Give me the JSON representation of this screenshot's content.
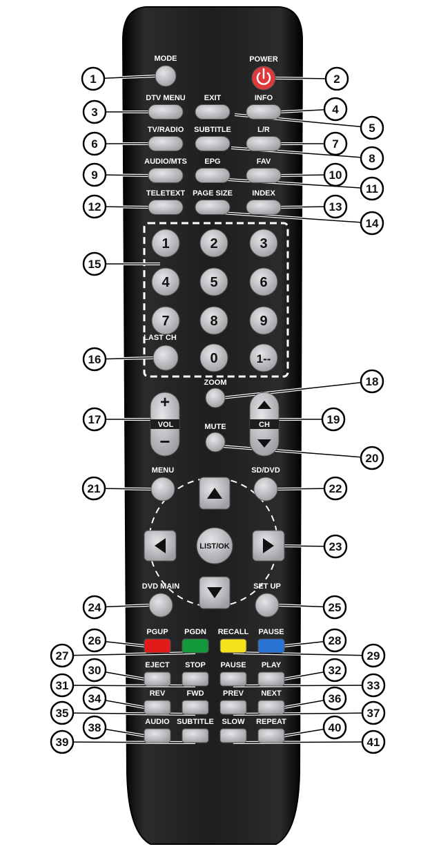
{
  "colors": {
    "body": "#1e1e1e",
    "button": "#bfc1c4",
    "power": "#e0393c",
    "red": "#e11a1a",
    "green": "#129a3a",
    "yellow": "#f6e21a",
    "blue": "#2a74d6",
    "callout_fill": "#ffffff",
    "callout_stroke": "#000000"
  },
  "labels": [
    {
      "id": "mode",
      "text": "MODE"
    },
    {
      "id": "power",
      "text": "POWER"
    },
    {
      "id": "dtvmenu",
      "text": "DTV  MENU"
    },
    {
      "id": "exit",
      "text": "EXIT"
    },
    {
      "id": "info",
      "text": "INFO"
    },
    {
      "id": "tvradio",
      "text": "TV/RADIO"
    },
    {
      "id": "subtitle1",
      "text": "SUBTITLE"
    },
    {
      "id": "lr",
      "text": "L/R"
    },
    {
      "id": "audiomts",
      "text": "AUDIO/MTS"
    },
    {
      "id": "epg",
      "text": "EPG"
    },
    {
      "id": "fav",
      "text": "FAV"
    },
    {
      "id": "teletext",
      "text": "TELETEXT"
    },
    {
      "id": "pagesize",
      "text": "PAGE  SIZE"
    },
    {
      "id": "index",
      "text": "INDEX"
    },
    {
      "id": "lastch",
      "text": "LAST CH"
    },
    {
      "id": "zoom",
      "text": "ZOOM"
    },
    {
      "id": "vol",
      "text": "VOL"
    },
    {
      "id": "ch",
      "text": "CH"
    },
    {
      "id": "mute",
      "text": "MUTE"
    },
    {
      "id": "menu",
      "text": "MENU"
    },
    {
      "id": "sddvd",
      "text": "SD/DVD"
    },
    {
      "id": "dvdmain",
      "text": "DVD  MAIN"
    },
    {
      "id": "setup",
      "text": "SET  UP"
    },
    {
      "id": "pgup",
      "text": "PGUP"
    },
    {
      "id": "pgdn",
      "text": "PGDN"
    },
    {
      "id": "recall",
      "text": "RECALL"
    },
    {
      "id": "pause1",
      "text": "PAUSE"
    },
    {
      "id": "eject",
      "text": "EJECT"
    },
    {
      "id": "stop",
      "text": "STOP"
    },
    {
      "id": "pause2",
      "text": "PAUSE"
    },
    {
      "id": "play",
      "text": "PLAY"
    },
    {
      "id": "rev",
      "text": "REV"
    },
    {
      "id": "fwd",
      "text": "FWD"
    },
    {
      "id": "prev",
      "text": "PREV"
    },
    {
      "id": "next",
      "text": "NEXT"
    },
    {
      "id": "audio",
      "text": "AUDIO"
    },
    {
      "id": "subtitle2",
      "text": "SUBTITLE"
    },
    {
      "id": "slow",
      "text": "SLOW"
    },
    {
      "id": "repeat",
      "text": "REPEAT"
    }
  ],
  "digits": [
    "1",
    "2",
    "3",
    "4",
    "5",
    "6",
    "7",
    "8",
    "9",
    "0",
    "1--"
  ],
  "listok": "LIST/OK",
  "callouts": [
    "1",
    "2",
    "3",
    "4",
    "5",
    "6",
    "7",
    "8",
    "9",
    "10",
    "11",
    "12",
    "13",
    "14",
    "15",
    "16",
    "17",
    "18",
    "19",
    "20",
    "21",
    "22",
    "23",
    "24",
    "25",
    "26",
    "27",
    "28",
    "29",
    "30",
    "31",
    "32",
    "33",
    "34",
    "35",
    "36",
    "37",
    "38",
    "39",
    "40",
    "41"
  ]
}
